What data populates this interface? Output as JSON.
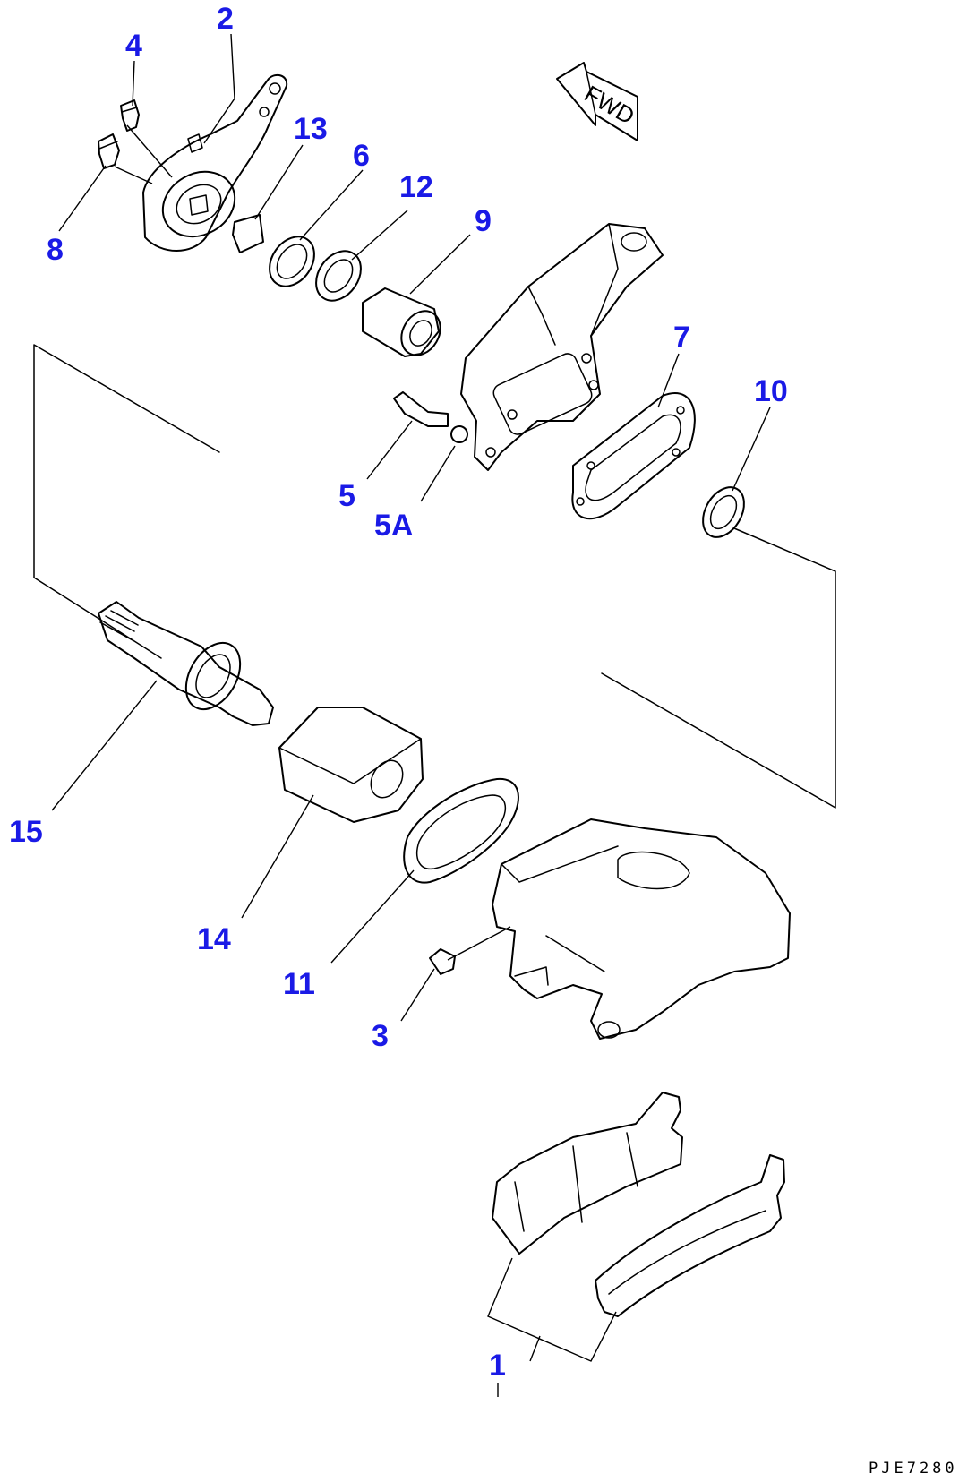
{
  "diagram": {
    "callouts": [
      {
        "id": "2",
        "label": "2"
      },
      {
        "id": "4",
        "label": "4"
      },
      {
        "id": "8",
        "label": "8"
      },
      {
        "id": "13",
        "label": "13"
      },
      {
        "id": "6",
        "label": "6"
      },
      {
        "id": "12",
        "label": "12"
      },
      {
        "id": "9",
        "label": "9"
      },
      {
        "id": "7",
        "label": "7"
      },
      {
        "id": "10",
        "label": "10"
      },
      {
        "id": "5",
        "label": "5"
      },
      {
        "id": "5A",
        "label": "5A"
      },
      {
        "id": "15",
        "label": "15"
      },
      {
        "id": "14",
        "label": "14"
      },
      {
        "id": "11",
        "label": "11"
      },
      {
        "id": "3",
        "label": "3"
      },
      {
        "id": "1",
        "label": "1"
      }
    ],
    "direction_arrow": {
      "label": "FWD"
    },
    "drawing_code": "PJE7280",
    "callout_color": "#1a1ae6"
  }
}
